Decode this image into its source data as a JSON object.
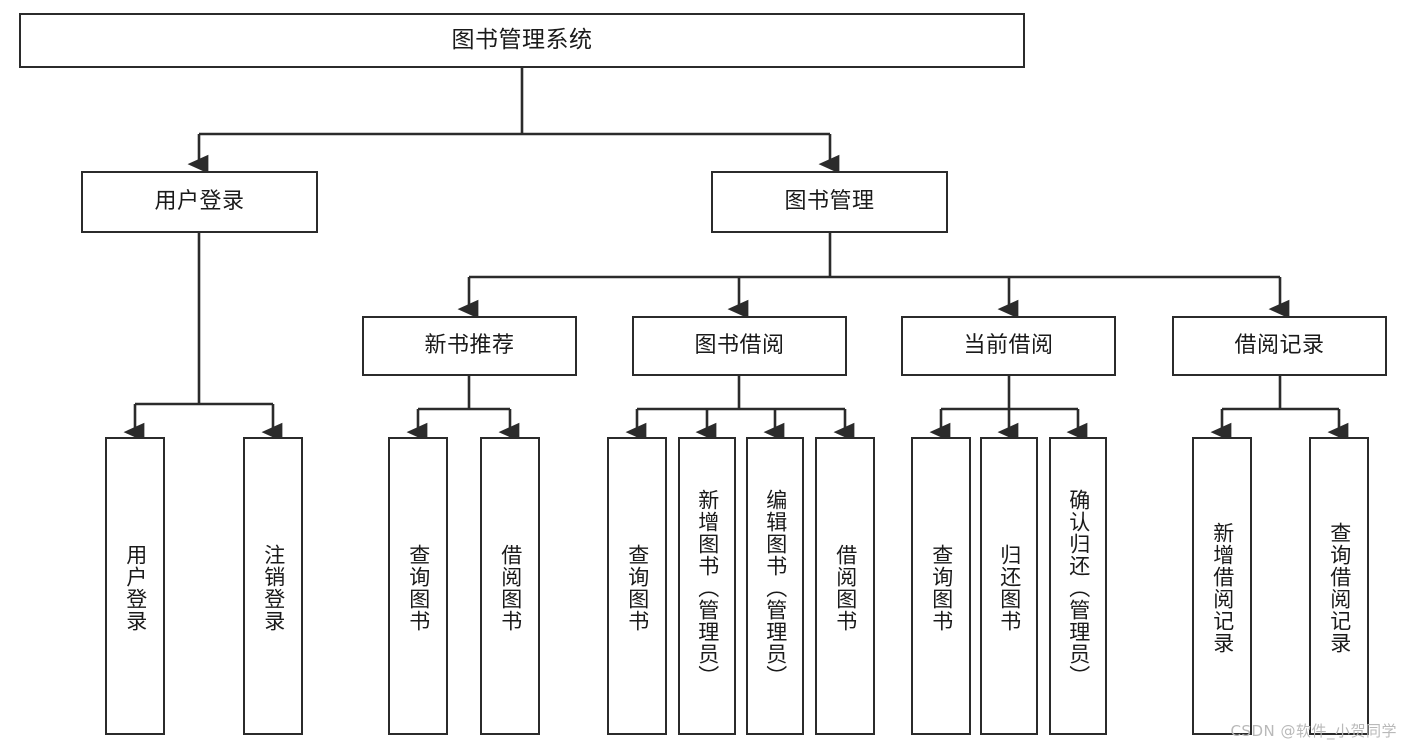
{
  "diagram": {
    "title": "图书管理系统",
    "type": "tree-hierarchy",
    "watermark": "CSDN @软件_小贺同学",
    "colors": {
      "stroke": "#2b2b2b",
      "fill": "#ffffff",
      "text": "#1a1a1a",
      "watermark": "#b9b9b9"
    }
  },
  "nodes": {
    "root": {
      "label": "图书管理系统"
    },
    "level2": [
      {
        "id": "user-login",
        "label": "用户登录"
      },
      {
        "id": "book-manage",
        "label": "图书管理"
      }
    ],
    "level3": [
      {
        "id": "new-book-rec",
        "label": "新书推荐"
      },
      {
        "id": "book-borrow",
        "label": "图书借阅"
      },
      {
        "id": "current-borrow",
        "label": "当前借阅"
      },
      {
        "id": "borrow-record",
        "label": "借阅记录"
      }
    ],
    "leaves": {
      "user-login": [
        {
          "id": "leaf-user-login",
          "label": "用户登录"
        },
        {
          "id": "leaf-user-logout",
          "label": "注销登录"
        }
      ],
      "new-book-rec": [
        {
          "id": "leaf-query-book-1",
          "label": "查询图书"
        },
        {
          "id": "leaf-borrow-book-1",
          "label": "借阅图书"
        }
      ],
      "book-borrow": [
        {
          "id": "leaf-query-book-2",
          "label": "查询图书"
        },
        {
          "id": "leaf-add-book",
          "label": "新增图书（管理员）"
        },
        {
          "id": "leaf-edit-book",
          "label": "编辑图书（管理员）"
        },
        {
          "id": "leaf-borrow-book-2",
          "label": "借阅图书"
        }
      ],
      "current-borrow": [
        {
          "id": "leaf-query-book-3",
          "label": "查询图书"
        },
        {
          "id": "leaf-return-book",
          "label": "归还图书"
        },
        {
          "id": "leaf-confirm-return",
          "label": "确认归还（管理员）"
        }
      ],
      "borrow-record": [
        {
          "id": "leaf-add-record",
          "label": "新增借阅记录"
        },
        {
          "id": "leaf-query-record",
          "label": "查询借阅记录"
        }
      ]
    }
  }
}
